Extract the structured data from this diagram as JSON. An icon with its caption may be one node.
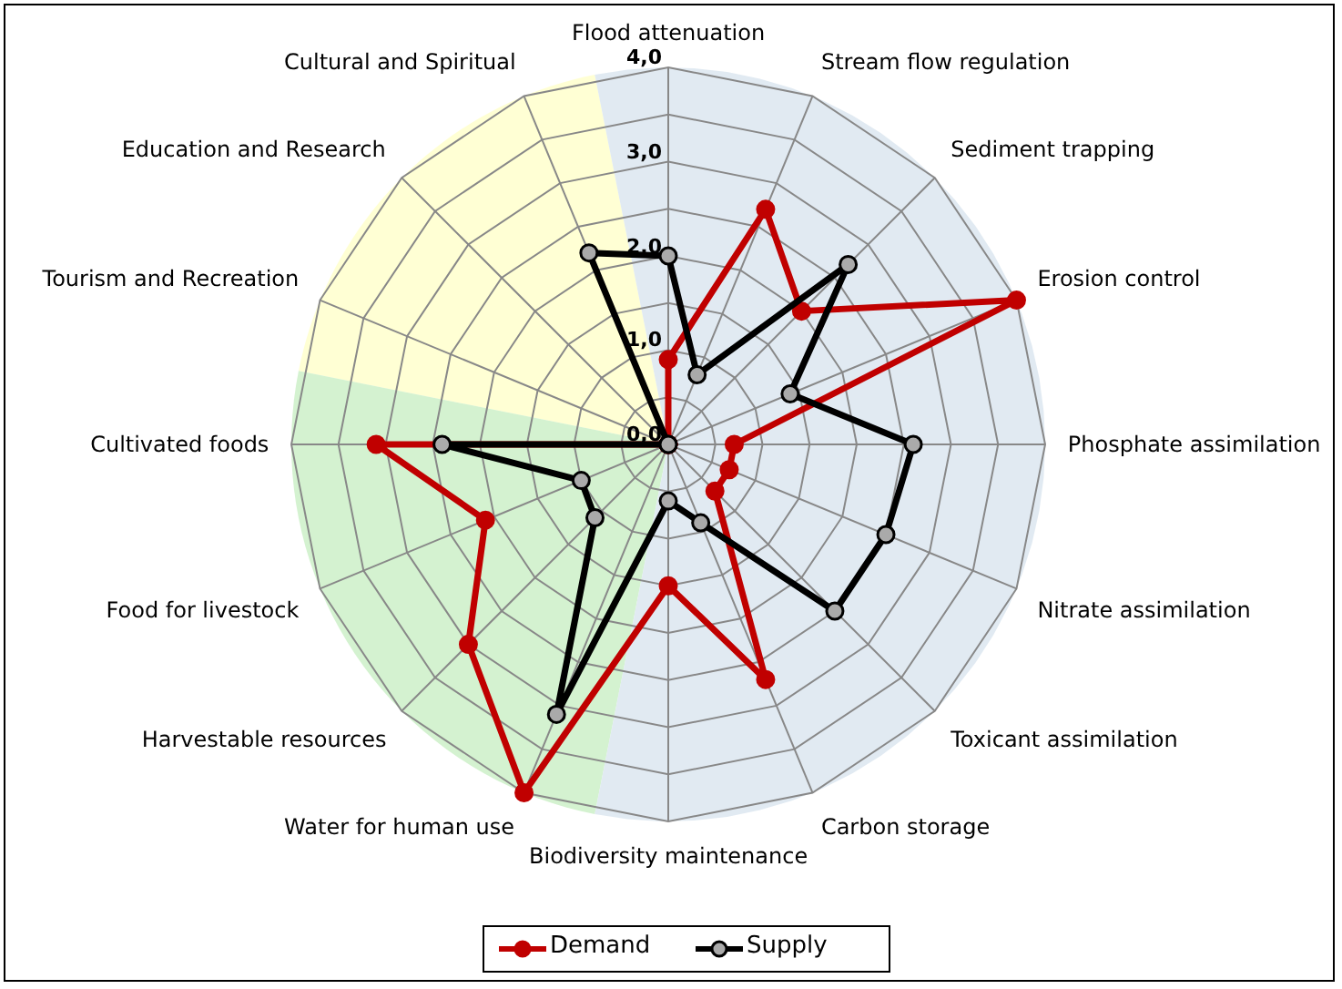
{
  "diagram": {
    "labels": [
      "Flood attenuation",
      "Stream flow regulation",
      "Sediment trapping",
      "Erosion control",
      "Phosphate assimilation",
      "Nitrate assimilation",
      "Toxicant assimilation",
      "Carbon storage",
      "Biodiversity maintenance",
      "Water for human use",
      "Harvestable resources",
      "Food for livestock",
      "Cultivated foods",
      "Tourism and Recreation",
      "Education and Research",
      "Cultural and Spiritual",
      "4,0",
      "3,0",
      "2,0",
      "1,0",
      "0,0"
    ],
    "legend": [
      {
        "text": "Demand",
        "color": "#c00000"
      },
      {
        "text": "Supply",
        "color": "#000000"
      }
    ]
  }
}
